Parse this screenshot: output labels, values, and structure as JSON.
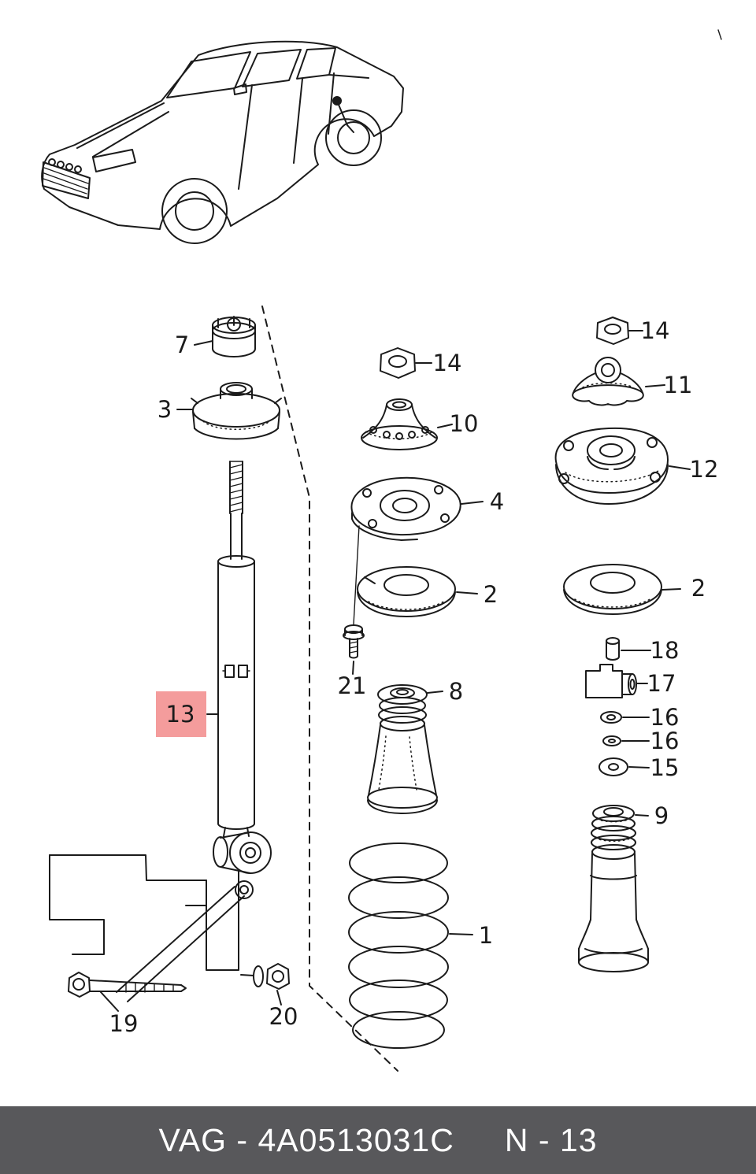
{
  "colors": {
    "background": "#ffffff",
    "line": "#1b1b1b",
    "highlight": "#f49c9c",
    "footer_background": "#58585b",
    "footer_text": "#ffffff"
  },
  "footer": {
    "left_text": "VAG - 4A0513031C",
    "right_text": "N - 13"
  },
  "highlighted_callout": "13",
  "callouts": [
    {
      "label": "7"
    },
    {
      "label": "3"
    },
    {
      "label": "13"
    },
    {
      "label": "14"
    },
    {
      "label": "10"
    },
    {
      "label": "4"
    },
    {
      "label": "2"
    },
    {
      "label": "21"
    },
    {
      "label": "8"
    },
    {
      "label": "1"
    },
    {
      "label": "14"
    },
    {
      "label": "11"
    },
    {
      "label": "12"
    },
    {
      "label": "2"
    },
    {
      "label": "18"
    },
    {
      "label": "17"
    },
    {
      "label": "16"
    },
    {
      "label": "16"
    },
    {
      "label": "15"
    },
    {
      "label": "9"
    },
    {
      "label": "19"
    },
    {
      "label": "20"
    }
  ]
}
